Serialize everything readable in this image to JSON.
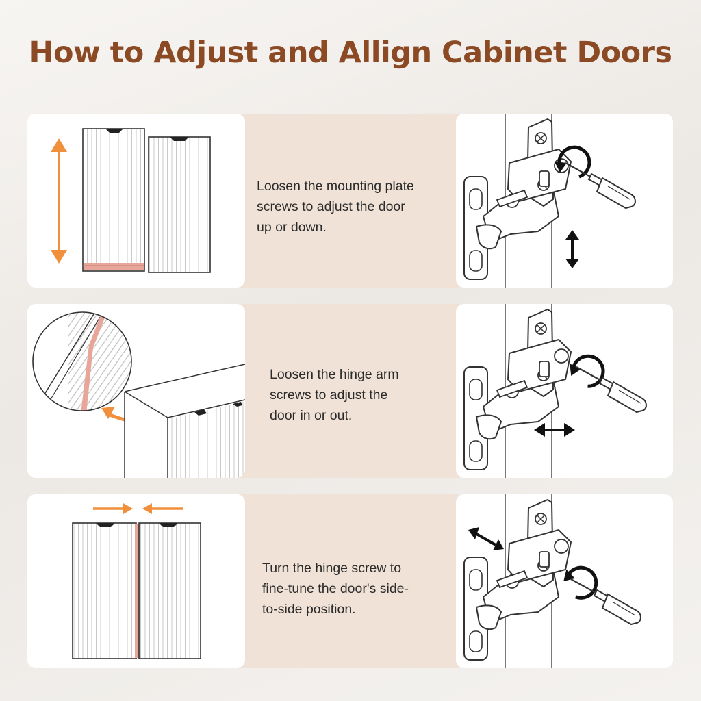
{
  "title": "How to Adjust and Allign Cabinet Doors",
  "colors": {
    "title": "#8b4a24",
    "accent_orange": "#f0903c",
    "highlight_pink": "#e8a59a",
    "band": "#f0e2d6"
  },
  "steps": [
    {
      "lines": [
        "Loosen the mounting plate",
        "screws to adjust the door",
        "up or down."
      ],
      "direction_icon": "vertical-double-arrow-icon"
    },
    {
      "lines": [
        "Loosen the hinge arm",
        "screws to adjust the",
        "door in or out."
      ],
      "direction_icon": "horizontal-double-arrow-icon"
    },
    {
      "lines": [
        "Turn the hinge screw to",
        "fine-tune the door's side-",
        "to-side position."
      ],
      "direction_icon": "diagonal-double-arrow-icon"
    }
  ]
}
